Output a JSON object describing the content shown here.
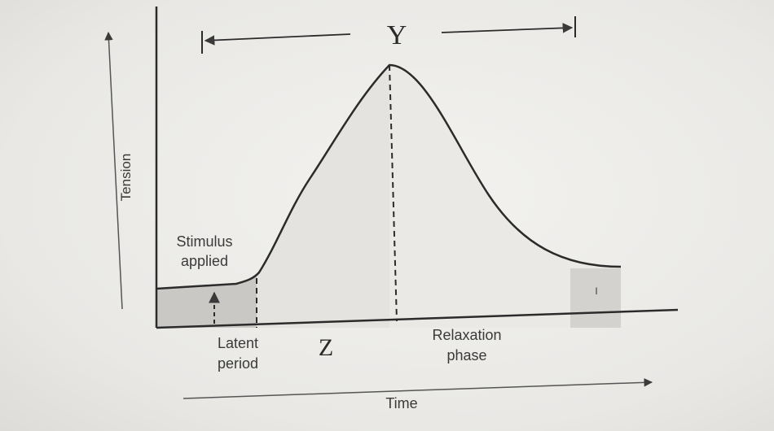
{
  "labels": {
    "y_axis": "Tension",
    "x_axis": "Time",
    "stimulus_line1": "Stimulus",
    "stimulus_line2": "applied",
    "latent_line1": "Latent",
    "latent_line2": "period",
    "relaxation_line1": "Relaxation",
    "relaxation_line2": "phase",
    "marker_y": "Y",
    "marker_z": "Z",
    "small_mark": "I"
  },
  "colors": {
    "curve": "#2b2b2b",
    "shade_latent": "#c9c8c5",
    "shade_contraction": "#e4e3e0",
    "shade_end": "#d3d2cf"
  }
}
